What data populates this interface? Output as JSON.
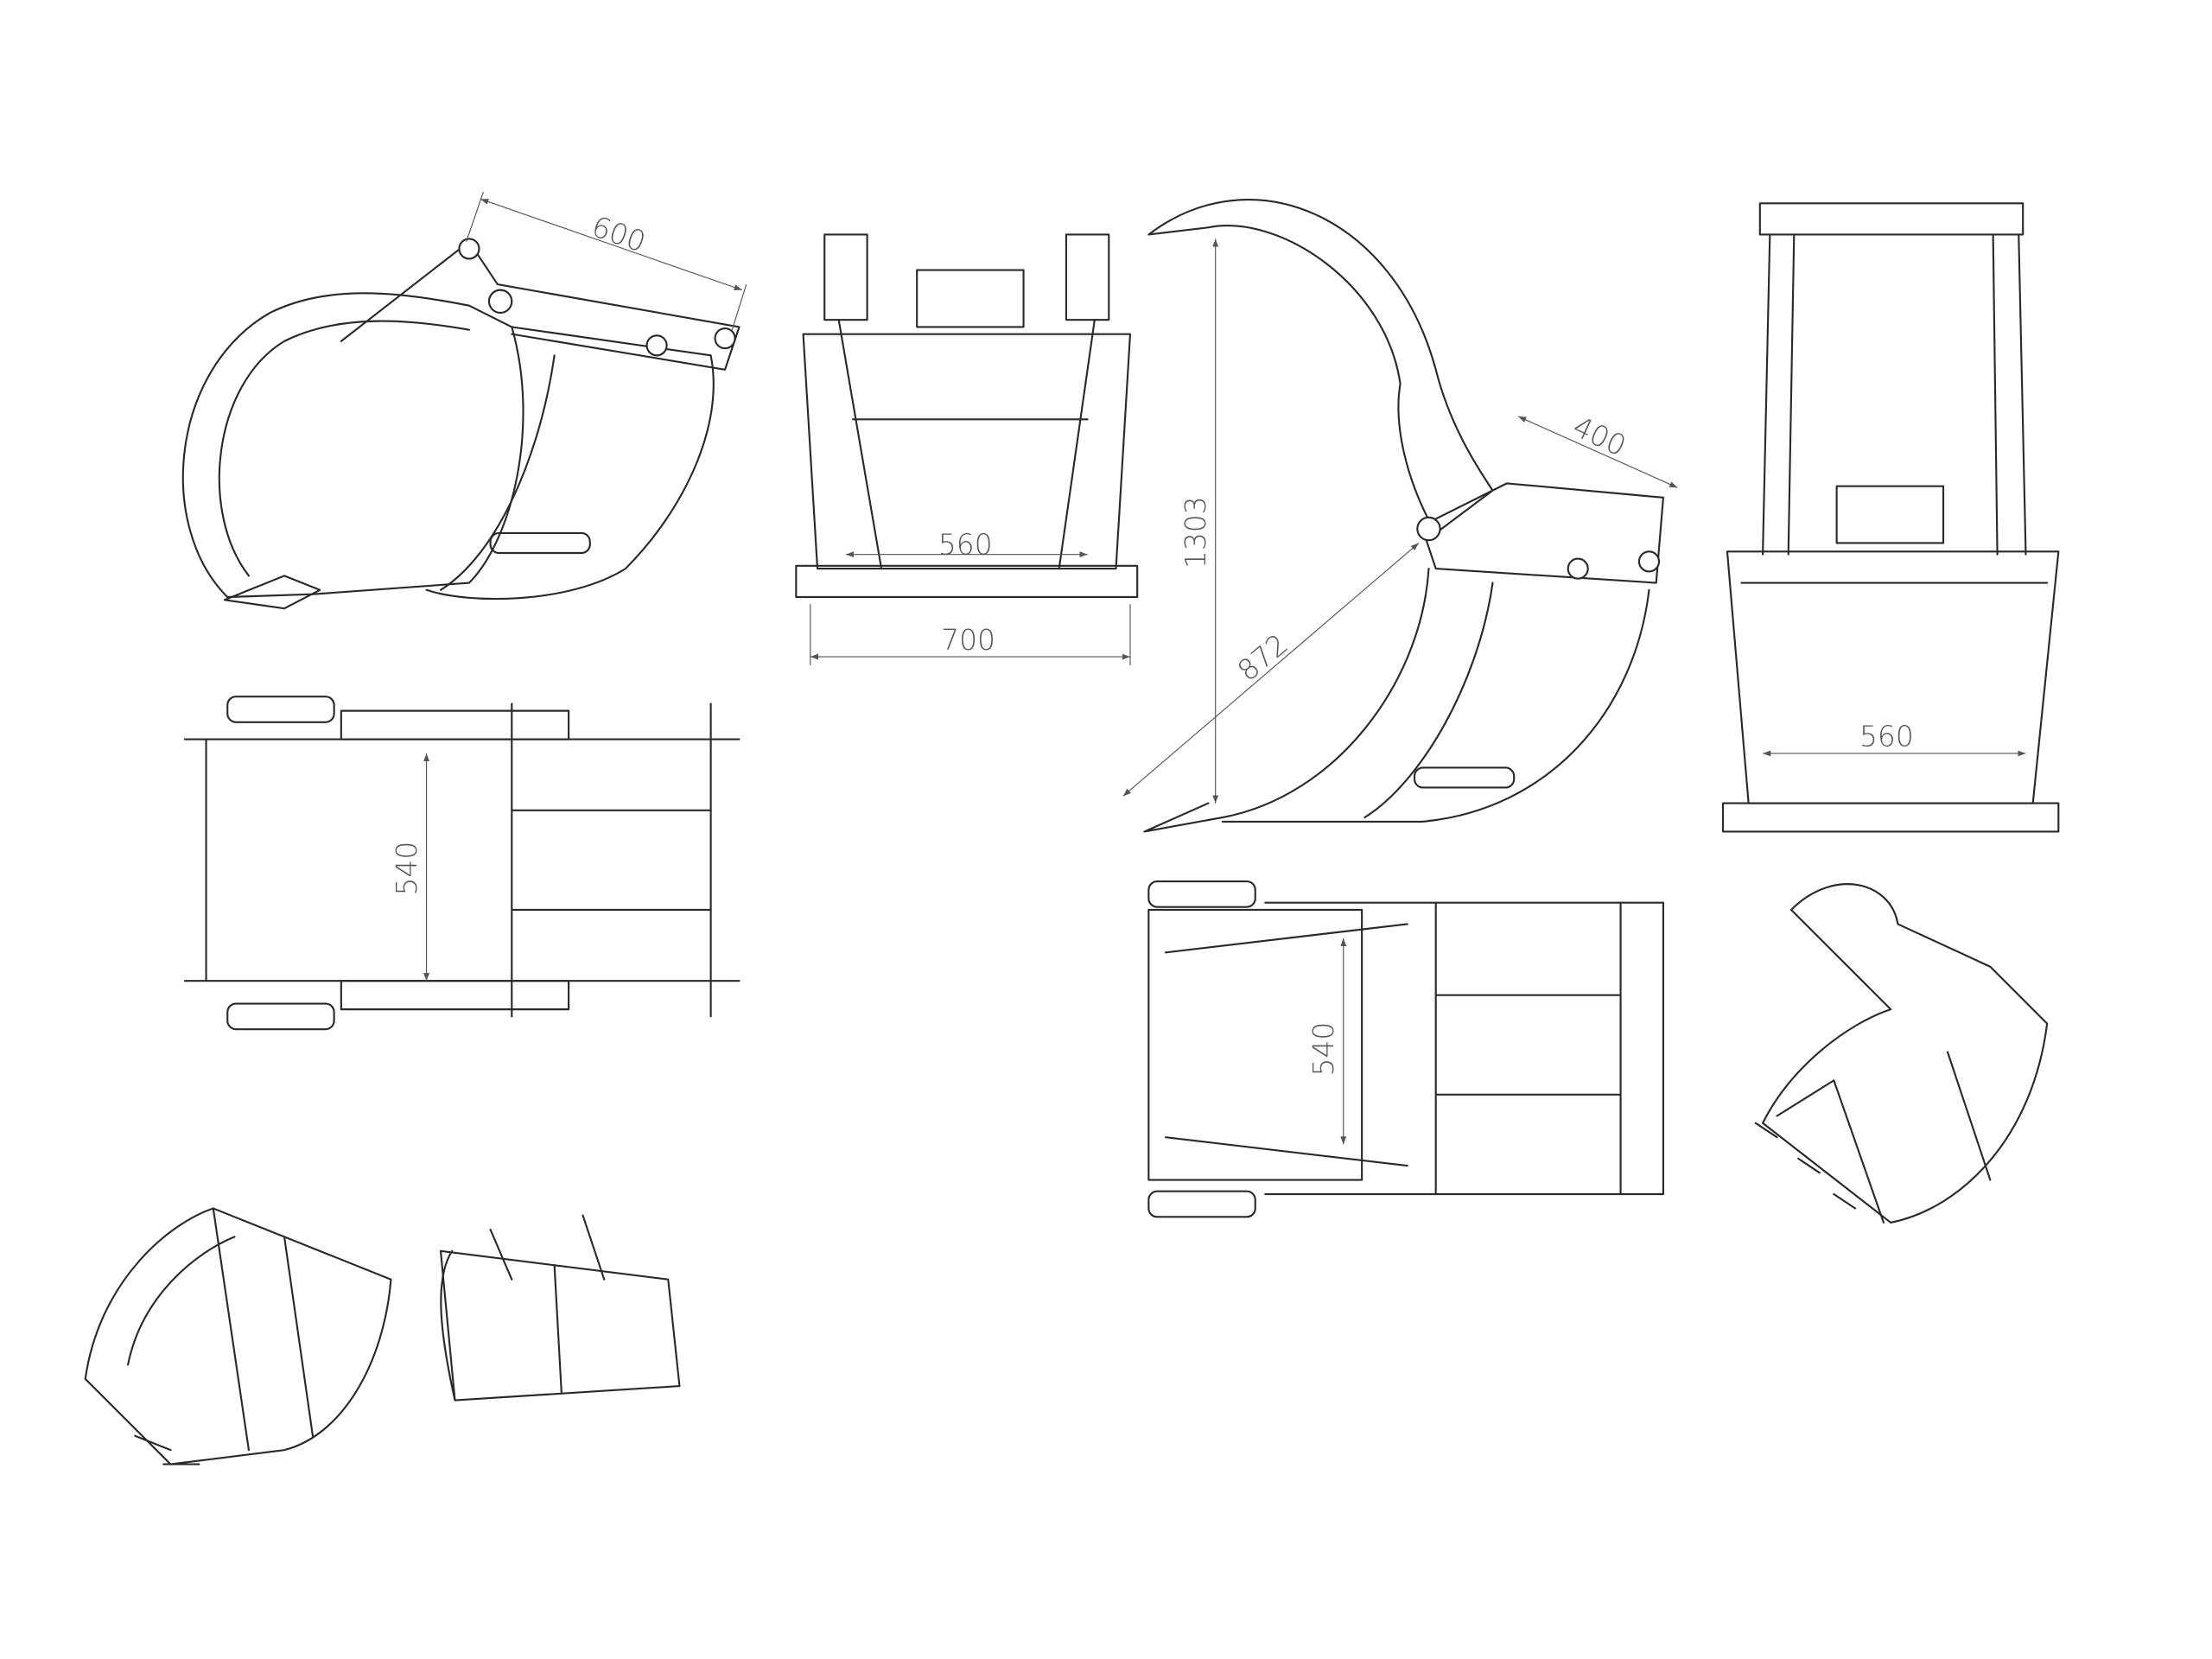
{
  "title": "Grapple bucket technical drawing",
  "dimensions": {
    "side_view_width": "600",
    "front_view_inner_width": "560",
    "front_view_outer_width": "700",
    "open_side_height": "1303",
    "open_side_diagonal": "872",
    "open_side_top": "400",
    "rear_view_width": "560",
    "top_view_left_width": "540",
    "top_view_right_width": "540"
  },
  "colors": {
    "line": "#2a2a2a",
    "dimension": "#555555",
    "background": "#ffffff"
  }
}
